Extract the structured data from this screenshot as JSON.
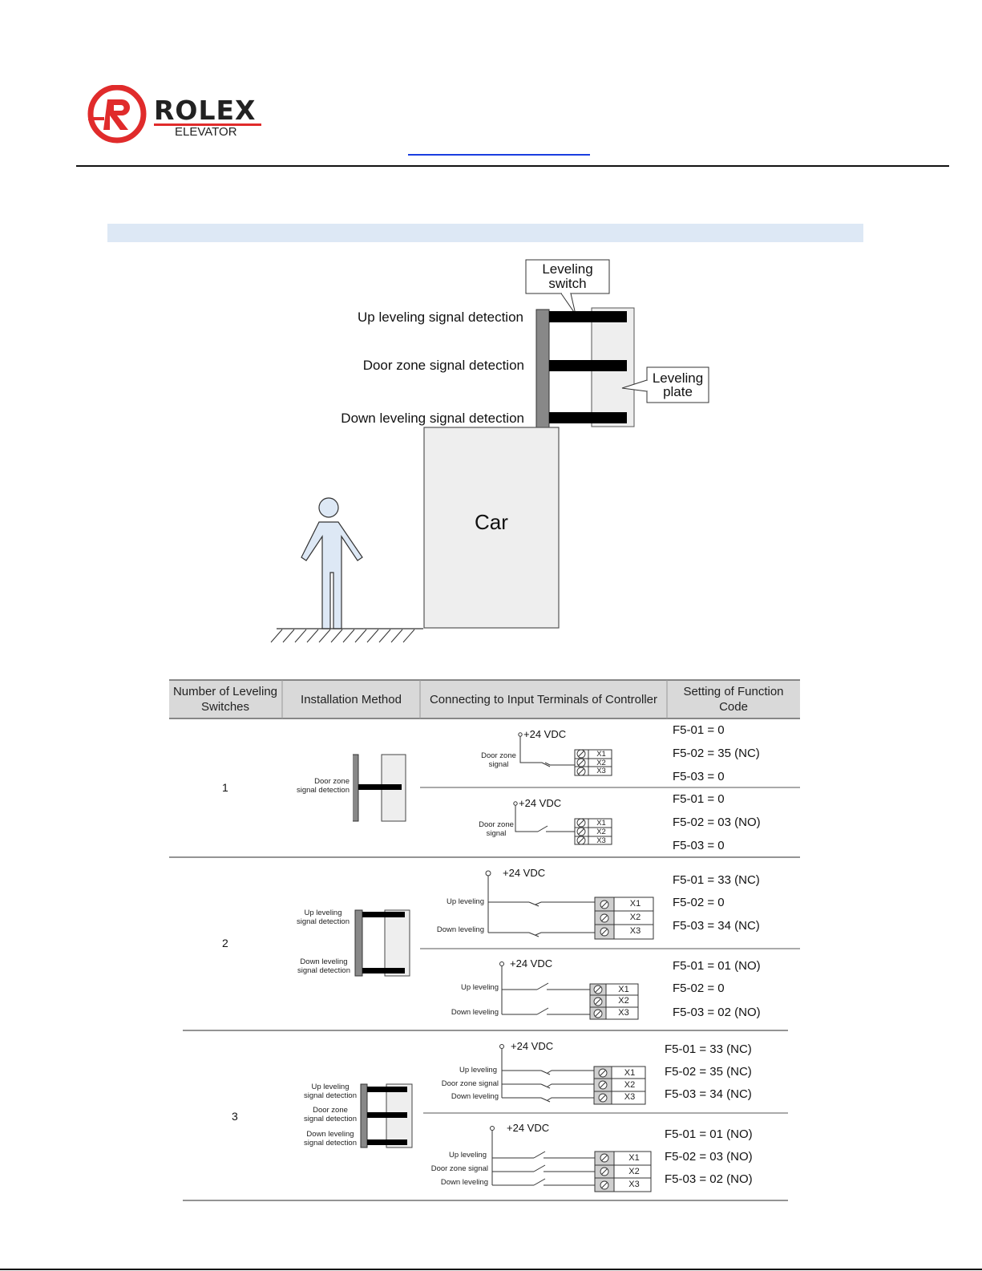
{
  "logo": {
    "brand": "ROLEX",
    "sub": "ELEVATOR"
  },
  "highlight_bar": "",
  "diagram": {
    "callout_switch": [
      "Leveling",
      "switch"
    ],
    "callout_plate": [
      "Leveling",
      "plate"
    ],
    "up_label": "Up leveling signal detection",
    "door_label": "Door zone signal detection",
    "down_label": "Down leveling signal detection",
    "car_label": "Car"
  },
  "table": {
    "headers": [
      "Number of Leveling Switches",
      "Installation Method",
      "Connecting to Input Terminals of Controller",
      "Setting of Function Code"
    ],
    "vdc": "+24 VDC",
    "terminals": [
      "X1",
      "X2",
      "X3"
    ],
    "rows": [
      {
        "number": "1",
        "install_labels": [
          "Door zone signal detection"
        ],
        "variants": [
          {
            "inputs": [
              "Door zone signal"
            ],
            "codes": [
              "F5-01 = 0",
              "F5-02 = 35 (NC)",
              "F5-03 = 0"
            ]
          },
          {
            "inputs": [
              "Door zone signal"
            ],
            "codes": [
              "F5-01 = 0",
              "F5-02 = 03 (NO)",
              "F5-03 = 0"
            ]
          }
        ]
      },
      {
        "number": "2",
        "install_labels": [
          "Up leveling signal detection",
          "Down leveling signal detection"
        ],
        "variants": [
          {
            "inputs": [
              "Up leveling",
              "Down leveling"
            ],
            "codes": [
              "F5-01 = 33 (NC)",
              "F5-02 = 0",
              "F5-03 = 34 (NC)"
            ]
          },
          {
            "inputs": [
              "Up leveling",
              "Down leveling"
            ],
            "codes": [
              "F5-01 = 01 (NO)",
              "F5-02 = 0",
              "F5-03 = 02 (NO)"
            ]
          }
        ]
      },
      {
        "number": "3",
        "install_labels": [
          "Up leveling signal detection",
          "Door zone signal detection",
          "Down leveling signal detection"
        ],
        "variants": [
          {
            "inputs": [
              "Up leveling",
              "Door zone signal",
              "Down leveling"
            ],
            "codes": [
              "F5-01 = 33 (NC)",
              "F5-02 = 35 (NC)",
              "F5-03 = 34 (NC)"
            ]
          },
          {
            "inputs": [
              "Up leveling",
              "Door zone signal",
              "Down leveling"
            ],
            "codes": [
              "F5-01 = 01 (NO)",
              "F5-02 = 03 (NO)",
              "F5-03 = 02 (NO)"
            ]
          }
        ]
      }
    ]
  }
}
